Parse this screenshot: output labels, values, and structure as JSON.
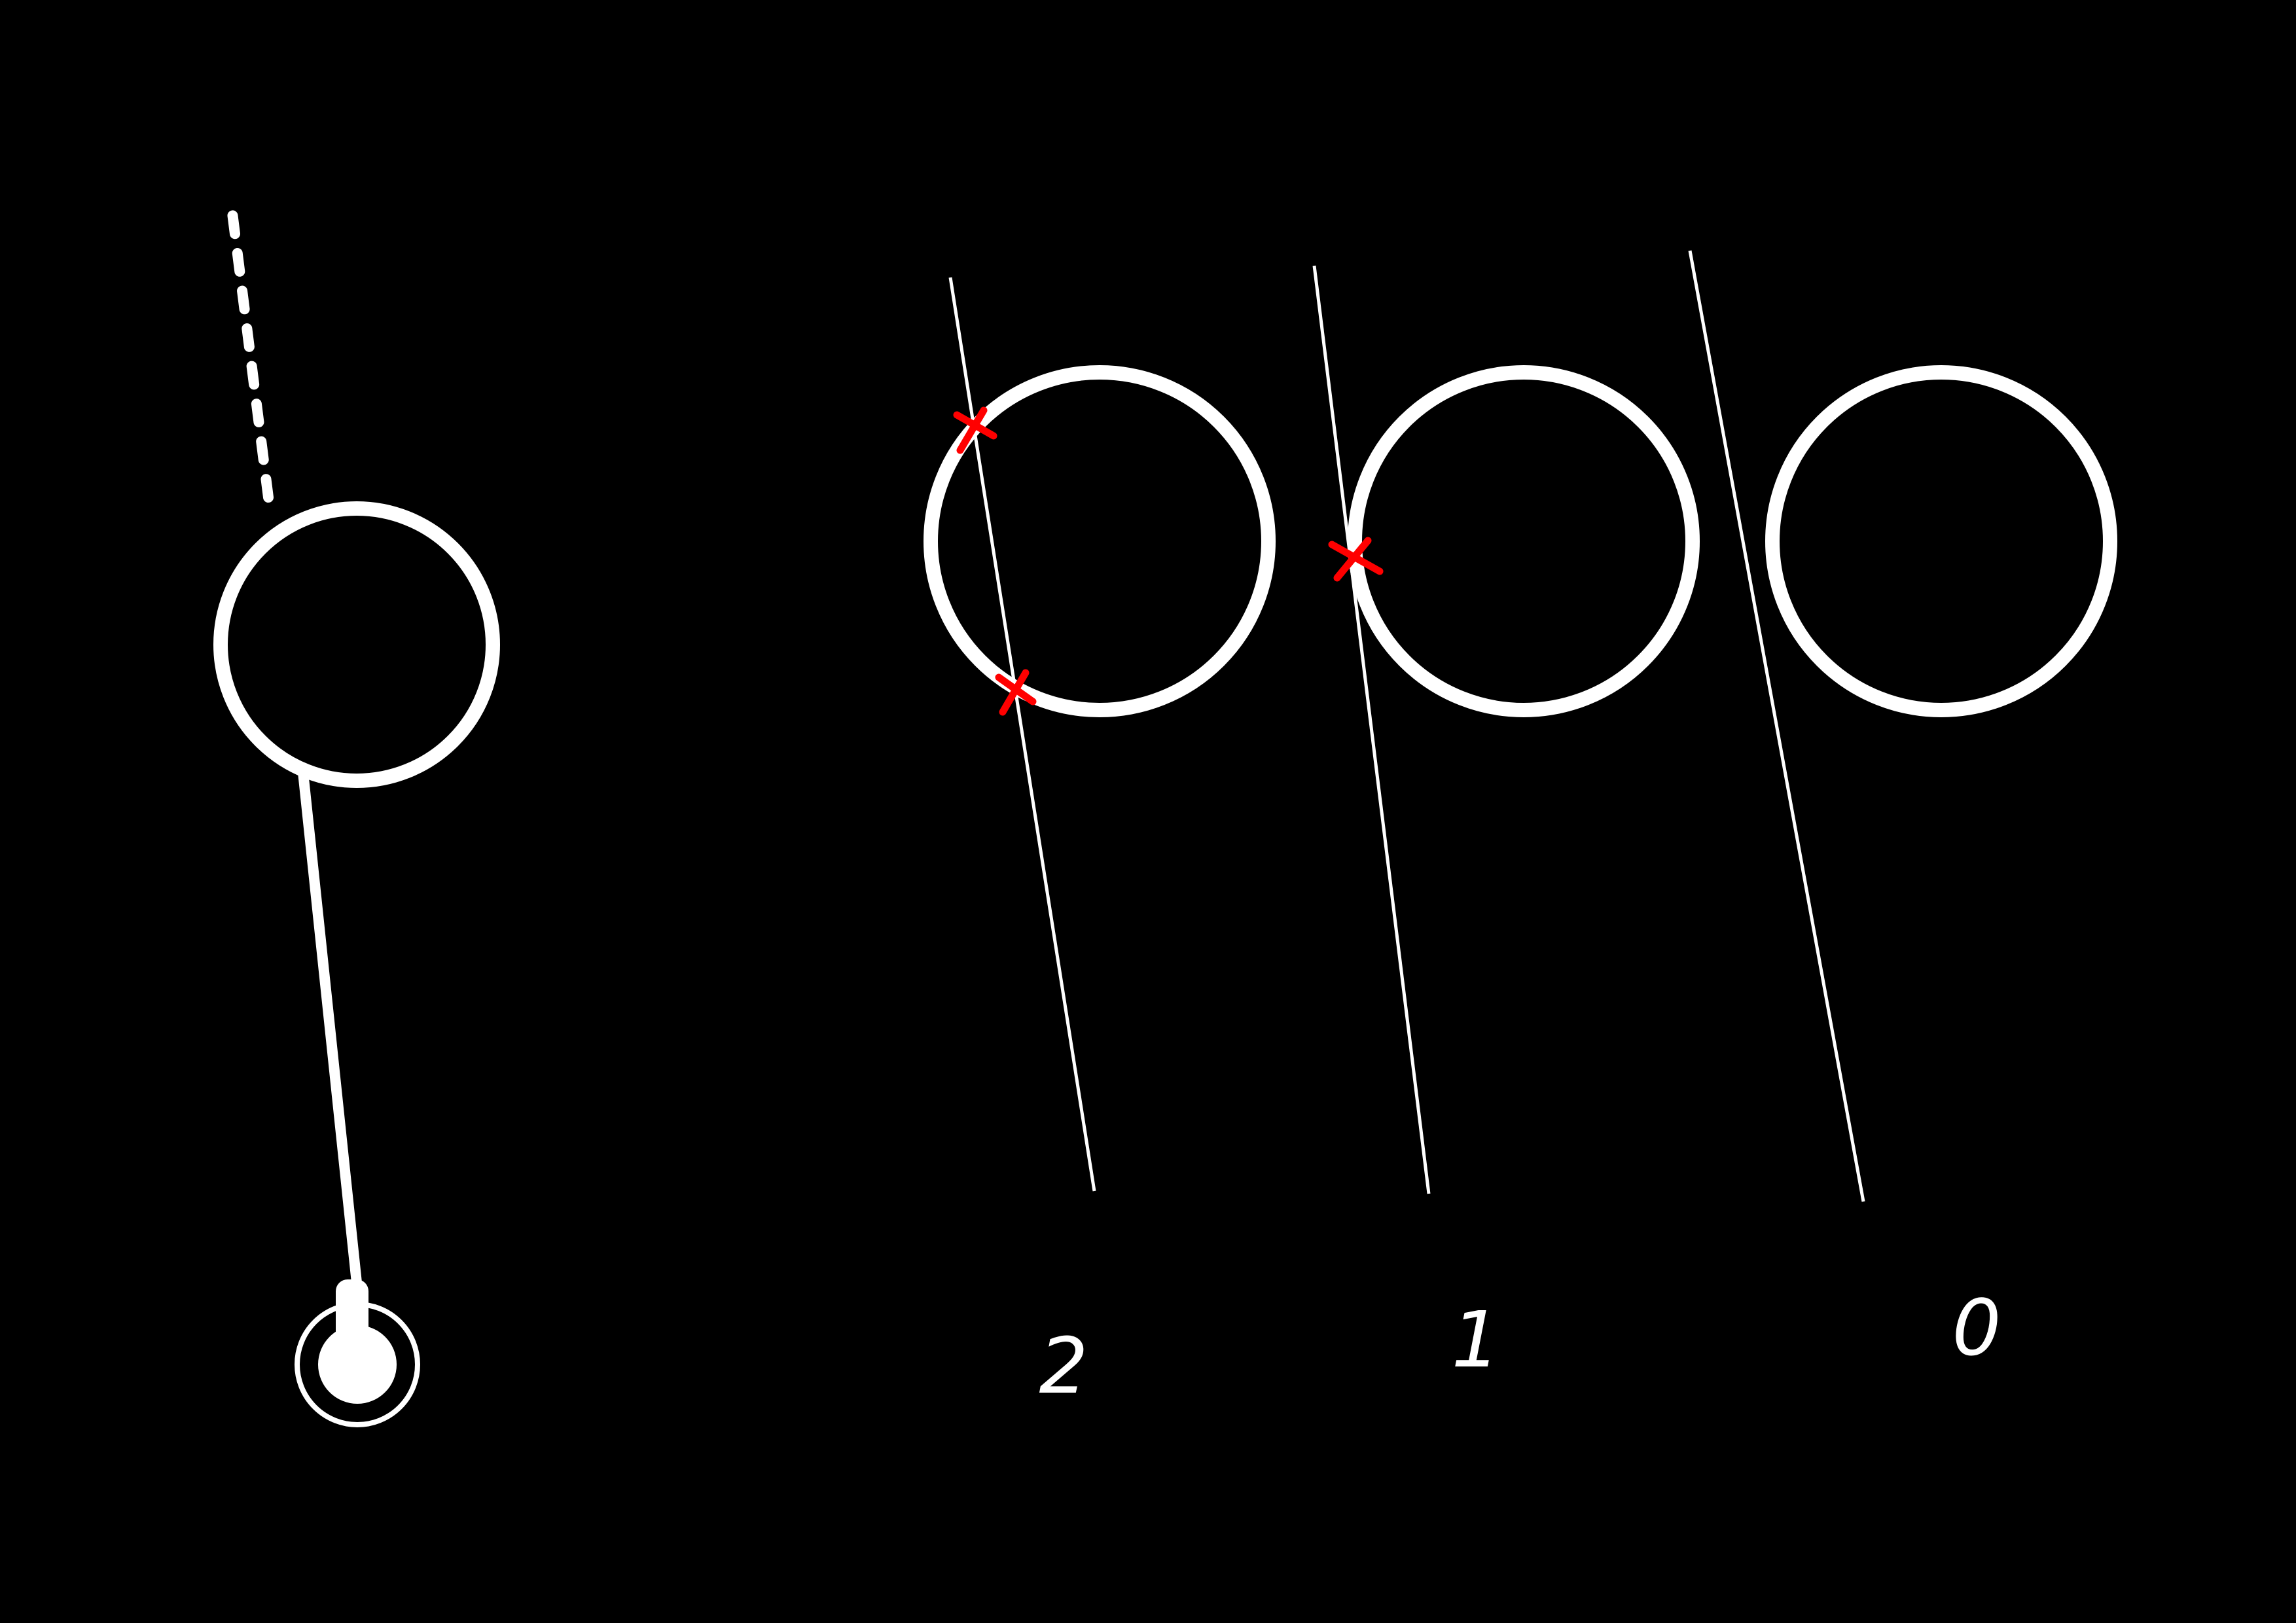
{
  "colors": {
    "background": "#000000",
    "stroke": "#ffffff",
    "intersection_mark": "#ff0000"
  },
  "icons": {
    "emitter": "concentric-circle-emitter-icon",
    "intersection": "x-mark-icon"
  },
  "cases": [
    {
      "label": "2",
      "intersections": 2
    },
    {
      "label": "1",
      "intersections": 1
    },
    {
      "label": "0",
      "intersections": 0
    }
  ]
}
